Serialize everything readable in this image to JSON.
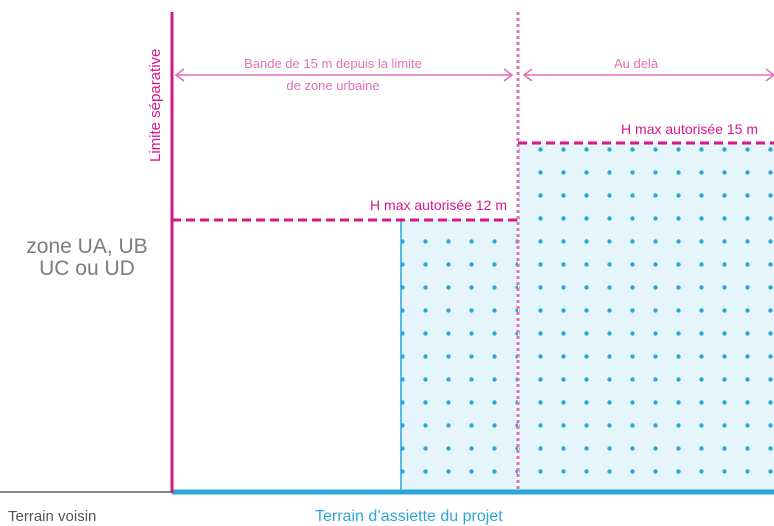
{
  "labels": {
    "vertical_axis": "Limite séparative",
    "band_line1": "Bande de 15 m depuis la limite",
    "band_line2": "de zone urbaine",
    "beyond": "Au delà",
    "hmax_15": "H max autorisée  15 m",
    "hmax_12": "H max autorisée 12 m",
    "zone_line1": "zone UA, UB",
    "zone_line2": "UC ou UD",
    "neighbor_ground": "Terrain voisin",
    "project_ground": "Terrain d’assiette du projet"
  },
  "colors": {
    "magenta": "#d6188a",
    "pink": "#e070b8",
    "cyan": "#29a8d8",
    "cyan_fill": "#e6f5fb",
    "gray": "#8a8a8a",
    "dark": "#555555"
  }
}
